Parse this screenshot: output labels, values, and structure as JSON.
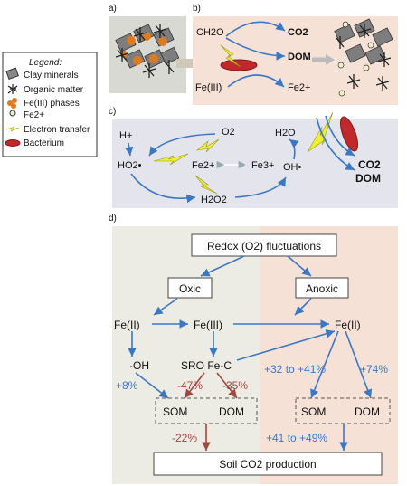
{
  "panel_labels": {
    "a": "a)",
    "b": "b)",
    "c": "c)",
    "d": "d)"
  },
  "legend": {
    "title": "Legend:",
    "items": [
      "Clay minerals",
      "Organic matter",
      "Fe(III) phases",
      "Fe2+",
      "Electron transfer",
      "Bacterium"
    ]
  },
  "panel_b": {
    "ch2o": "CH2O",
    "co2": "CO2",
    "dom": "DOM",
    "fe3": "Fe(III)",
    "fe2": "Fe2+"
  },
  "panel_c": {
    "hplus": "H+",
    "ho2": "HO2•",
    "o2": "O2",
    "fe2": "Fe2+",
    "fe3": "Fe3+",
    "h2o2": "H2O2",
    "h2o": "H2O",
    "oh": "OH•",
    "co2": "CO2",
    "dom": "DOM"
  },
  "panel_d": {
    "redox": "Redox (O2) fluctuations",
    "oxic": "Oxic",
    "anoxic": "Anoxic",
    "fe2_left": "Fe(II)",
    "fe3": "Fe(III)",
    "fe2_right": "Fe(II)",
    "oh": "·OH",
    "sro": "SRO Fe-C",
    "pct_oh": "+8%",
    "pct_som_neg": "-47%",
    "pct_dom_neg": "-35%",
    "pct_som_pos": "+32 to +41%",
    "pct_dom_pos": "+74%",
    "som_left": "SOM",
    "dom_left": "DOM",
    "som_right": "SOM",
    "dom_right": "DOM",
    "pct_co2_neg": "-22%",
    "pct_co2_pos": "+41 to +49%",
    "soil": "Soil CO2 production"
  },
  "colors": {
    "blue": "#3b78c4",
    "red": "#a0473f",
    "peach": "#f6e1d6",
    "grey": "#e4e4ec",
    "green_grey": "#ecece4"
  }
}
